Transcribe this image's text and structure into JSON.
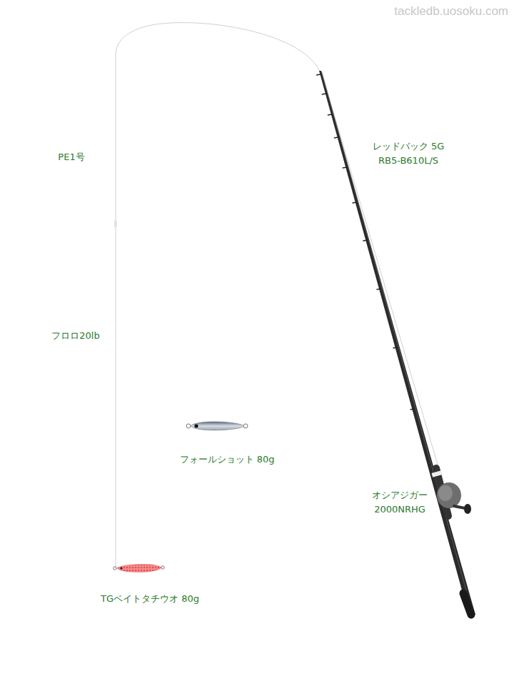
{
  "diagram": {
    "labels": [
      "tackledb.uosoku.com",
      "PE1号",
      "フロロ20lb",
      "レッドバック 5G",
      "RB5-B610L/S",
      "フォールショット 80g",
      "オシアジガー",
      "2000NRHG",
      "TGベイトタチウオ 80g"
    ]
  }
}
